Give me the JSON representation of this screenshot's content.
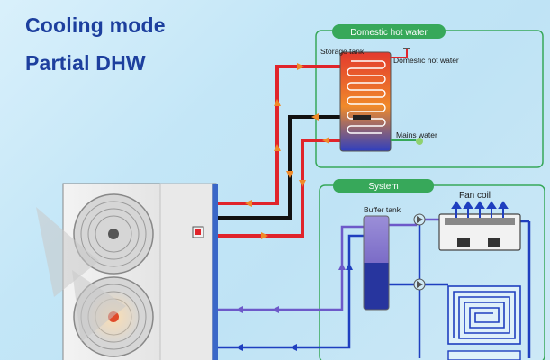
{
  "title": {
    "line1": "Cooling mode",
    "line2": "Partial DHW"
  },
  "sections": {
    "dhw_header": "Domestic hot water",
    "system_header": "System"
  },
  "labels": {
    "storage_tank": "Storage tank",
    "domestic_hot_water": "Domestic hot water",
    "mains_water": "Mains water",
    "buffer_tank": "Buffer tank",
    "fan_coil": "Fan coil"
  },
  "colors": {
    "hot_pipe": "#e0242b",
    "cold_pipe": "#1f3fbf",
    "return_pipe": "#111111",
    "purple_pipe": "#6d59c9",
    "section_green": "#37a85a",
    "title_blue": "#1d3f9e"
  }
}
